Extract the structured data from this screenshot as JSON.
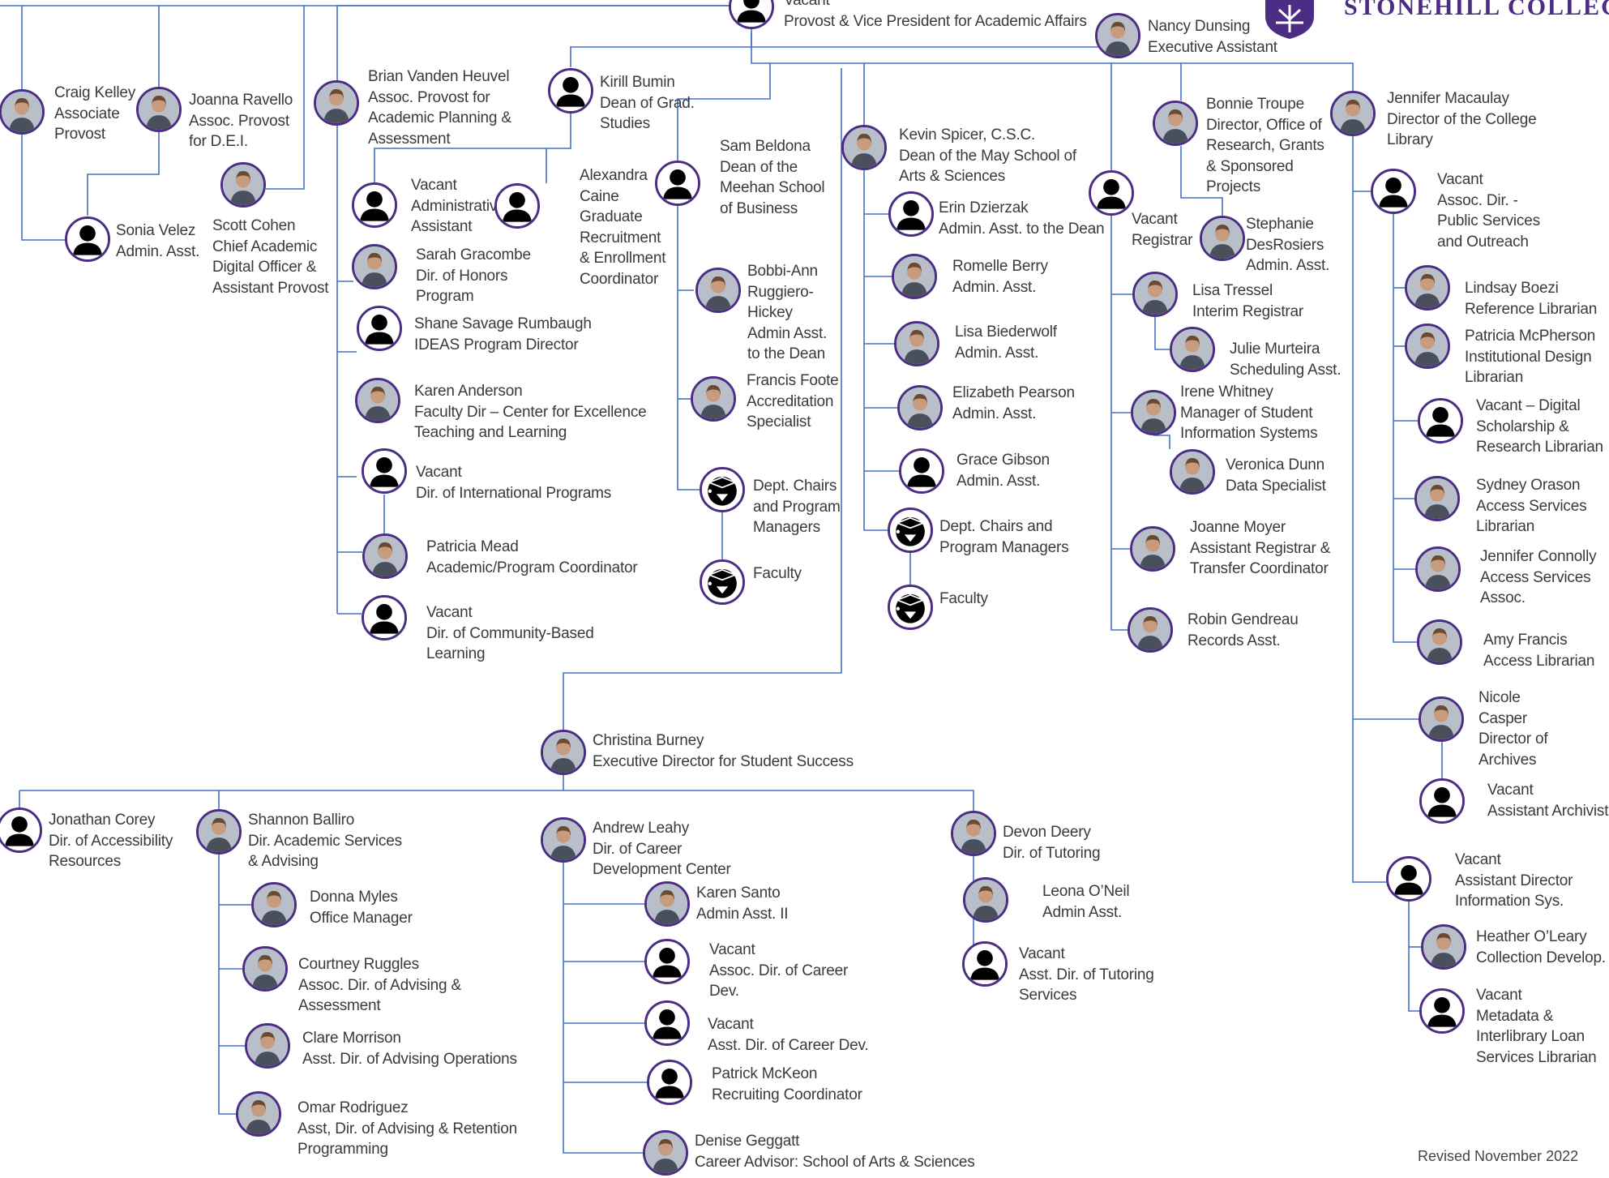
{
  "logo_text": "STONEHILL COLLEGE",
  "revised": "Revised November 2022",
  "colors": {
    "line": "#4472c4",
    "ring": "#4b2e83",
    "vacant": "#000000",
    "photo_bg": "#b8bfc9"
  },
  "people": [
    {
      "id": "provost",
      "lines": [
        "Vacant",
        "Provost & Vice President for Academic Affairs"
      ],
      "icon": "vacant-silhouette-icon"
    },
    {
      "id": "nancy",
      "lines": [
        "Nancy Dunsing",
        "Executive Assistant"
      ],
      "icon": "person-photo-icon"
    },
    {
      "id": "craig",
      "lines": [
        "Craig Kelley",
        "Associate",
        "Provost"
      ],
      "icon": "person-photo-icon"
    },
    {
      "id": "joanna",
      "lines": [
        "Joanna Ravello",
        "Assoc. Provost",
        "for D.E.I."
      ],
      "icon": "person-photo-icon"
    },
    {
      "id": "sonia",
      "lines": [
        "Sonia Velez",
        "Admin. Asst."
      ],
      "icon": "vacant-silhouette-icon"
    },
    {
      "id": "scott",
      "lines": [
        "Scott Cohen",
        "Chief Academic",
        "Digital Officer &",
        "Assistant Provost"
      ],
      "icon": "person-photo-icon"
    },
    {
      "id": "brian",
      "lines": [
        "Brian Vanden Heuvel",
        "Assoc. Provost for",
        "Academic Planning  &",
        "Assessment"
      ],
      "icon": "person-photo-icon"
    },
    {
      "id": "kirill",
      "lines": [
        "Kirill Bumin",
        "Dean of Grad.",
        "Studies"
      ],
      "icon": "vacant-silhouette-icon"
    },
    {
      "id": "vac_admin",
      "lines": [
        "Vacant",
        "Administrative",
        "Assistant"
      ],
      "icon": "vacant-silhouette-icon"
    },
    {
      "id": "alexandra",
      "lines": [
        "Alexandra",
        "Caine",
        "Graduate",
        "Recruitment",
        "& Enrollment",
        "Coordinator"
      ],
      "icon": "vacant-silhouette-icon"
    },
    {
      "id": "sarah",
      "lines": [
        "Sarah Gracombe",
        "Dir. of Honors",
        "Program"
      ],
      "icon": "person-photo-icon"
    },
    {
      "id": "shane",
      "lines": [
        "Shane Savage Rumbaugh",
        "IDEAS Program Director"
      ],
      "icon": "vacant-silhouette-icon"
    },
    {
      "id": "karen_a",
      "lines": [
        "Karen Anderson",
        "Faculty Dir – Center for Excellence",
        "Teaching and Learning"
      ],
      "icon": "person-photo-icon"
    },
    {
      "id": "vac_intl",
      "lines": [
        "Vacant",
        "Dir. of International Programs"
      ],
      "icon": "vacant-silhouette-icon"
    },
    {
      "id": "patricia_mead",
      "lines": [
        "Patricia Mead",
        "Academic/Program Coordinator"
      ],
      "icon": "person-photo-icon"
    },
    {
      "id": "vac_cbl",
      "lines": [
        "Vacant",
        "Dir. of Community-Based",
        "Learning"
      ],
      "icon": "vacant-silhouette-icon"
    },
    {
      "id": "sam",
      "lines": [
        "Sam Beldona",
        "Dean of the",
        "Meehan School",
        "of Business"
      ],
      "icon": "vacant-silhouette-icon"
    },
    {
      "id": "bobbi",
      "lines": [
        "Bobbi-Ann",
        "Ruggiero-",
        "Hickey",
        "Admin Asst.",
        "to the Dean"
      ],
      "icon": "person-photo-icon"
    },
    {
      "id": "francis",
      "lines": [
        "Francis Foote",
        "Accreditation",
        "Specialist"
      ],
      "icon": "person-photo-icon"
    },
    {
      "id": "chairs_b",
      "lines": [
        "Dept. Chairs",
        "and Program",
        "Managers"
      ],
      "icon": "graduate-cap-icon"
    },
    {
      "id": "faculty_b",
      "lines": [
        "Faculty"
      ],
      "icon": "graduate-cap-icon"
    },
    {
      "id": "kevin",
      "lines": [
        "Kevin Spicer, C.S.C.",
        "Dean of the May School of",
        "Arts & Sciences"
      ],
      "icon": "person-photo-icon"
    },
    {
      "id": "erin",
      "lines": [
        "Erin Dzierzak",
        "Admin. Asst. to the Dean"
      ],
      "icon": "vacant-silhouette-icon"
    },
    {
      "id": "romelle",
      "lines": [
        "Romelle Berry",
        "Admin. Asst."
      ],
      "icon": "person-photo-icon"
    },
    {
      "id": "lisa_b",
      "lines": [
        "Lisa Biederwolf",
        "Admin. Asst."
      ],
      "icon": "person-photo-icon"
    },
    {
      "id": "elizabeth",
      "lines": [
        "Elizabeth Pearson",
        "Admin. Asst."
      ],
      "icon": "person-photo-icon"
    },
    {
      "id": "grace",
      "lines": [
        "Grace Gibson",
        "Admin. Asst."
      ],
      "icon": "vacant-silhouette-icon"
    },
    {
      "id": "chairs_as",
      "lines": [
        "Dept. Chairs and",
        "Program Managers"
      ],
      "icon": "graduate-cap-icon"
    },
    {
      "id": "faculty_as",
      "lines": [
        "Faculty"
      ],
      "icon": "graduate-cap-icon"
    },
    {
      "id": "vac_reg",
      "lines": [
        "Vacant",
        "Registrar"
      ],
      "icon": "vacant-silhouette-icon"
    },
    {
      "id": "bonnie",
      "lines": [
        "Bonnie Troupe",
        "Director, Office of",
        "Research, Grants",
        "& Sponsored",
        "Projects"
      ],
      "icon": "person-photo-icon"
    },
    {
      "id": "stephanie",
      "lines": [
        "Stephanie",
        "DesRosiers",
        "Admin. Asst."
      ],
      "icon": "person-photo-icon"
    },
    {
      "id": "lisa_t",
      "lines": [
        "Lisa Tressel",
        "Interim Registrar"
      ],
      "icon": "person-photo-icon"
    },
    {
      "id": "julie",
      "lines": [
        "Julie Murteira",
        "Scheduling Asst."
      ],
      "icon": "person-photo-icon"
    },
    {
      "id": "irene",
      "lines": [
        "Irene Whitney",
        "Manager of Student",
        "Information Systems"
      ],
      "icon": "person-photo-icon"
    },
    {
      "id": "veronica",
      "lines": [
        "Veronica Dunn",
        "Data Specialist"
      ],
      "icon": "person-photo-icon"
    },
    {
      "id": "joanne",
      "lines": [
        "Joanne Moyer",
        "Assistant Registrar &",
        "Transfer Coordinator"
      ],
      "icon": "person-photo-icon"
    },
    {
      "id": "robin",
      "lines": [
        "Robin Gendreau",
        "Records Asst."
      ],
      "icon": "person-photo-icon"
    },
    {
      "id": "jennifer_m",
      "lines": [
        "Jennifer Macaulay",
        "Director of the College",
        "Library"
      ],
      "icon": "person-photo-icon"
    },
    {
      "id": "vac_pub",
      "lines": [
        "Vacant",
        "Assoc. Dir. -",
        "Public Services",
        "and Outreach"
      ],
      "icon": "vacant-silhouette-icon"
    },
    {
      "id": "lindsay",
      "lines": [
        "Lindsay Boezi",
        "Reference Librarian"
      ],
      "icon": "person-photo-icon"
    },
    {
      "id": "patricia_mc",
      "lines": [
        "Patricia McPherson",
        "Institutional Design",
        "Librarian"
      ],
      "icon": "person-photo-icon"
    },
    {
      "id": "vac_digital",
      "lines": [
        "Vacant – Digital",
        "Scholarship &",
        "Research Librarian"
      ],
      "icon": "vacant-silhouette-icon"
    },
    {
      "id": "sydney",
      "lines": [
        "Sydney Orason",
        "Access Services",
        "Librarian"
      ],
      "icon": "person-photo-icon"
    },
    {
      "id": "jennifer_c",
      "lines": [
        "Jennifer Connolly",
        "Access Services",
        "Assoc."
      ],
      "icon": "person-photo-icon"
    },
    {
      "id": "amy",
      "lines": [
        "Amy Francis",
        "Access Librarian"
      ],
      "icon": "person-photo-icon"
    },
    {
      "id": "nicole",
      "lines": [
        "Nicole",
        "Casper",
        "Director of",
        "Archives"
      ],
      "icon": "person-photo-icon"
    },
    {
      "id": "vac_archivist",
      "lines": [
        "Vacant",
        "Assistant Archivist"
      ],
      "icon": "vacant-silhouette-icon"
    },
    {
      "id": "vac_infosys",
      "lines": [
        "Vacant",
        "Assistant Director",
        "Information Sys."
      ],
      "icon": "vacant-silhouette-icon"
    },
    {
      "id": "heather",
      "lines": [
        "Heather O’Leary",
        "Collection Develop."
      ],
      "icon": "person-photo-icon"
    },
    {
      "id": "vac_meta",
      "lines": [
        "Vacant",
        "Metadata &",
        "Interlibrary Loan",
        "Services Librarian"
      ],
      "icon": "vacant-silhouette-icon"
    },
    {
      "id": "christina",
      "lines": [
        "Christina Burney",
        "Executive Director for Student Success"
      ],
      "icon": "person-photo-icon"
    },
    {
      "id": "jonathan",
      "lines": [
        "Jonathan Corey",
        "Dir. of Accessibility",
        "Resources"
      ],
      "icon": "vacant-silhouette-icon"
    },
    {
      "id": "shannon",
      "lines": [
        "Shannon Balliro",
        "Dir. Academic Services",
        "& Advising"
      ],
      "icon": "person-photo-icon"
    },
    {
      "id": "donna",
      "lines": [
        "Donna Myles",
        "Office Manager"
      ],
      "icon": "person-photo-icon"
    },
    {
      "id": "courtney",
      "lines": [
        "Courtney Ruggles",
        "Assoc. Dir. of Advising &",
        "Assessment"
      ],
      "icon": "person-photo-icon"
    },
    {
      "id": "clare",
      "lines": [
        "Clare Morrison",
        "Asst. Dir. of Advising Operations"
      ],
      "icon": "person-photo-icon"
    },
    {
      "id": "omar",
      "lines": [
        "Omar Rodriguez",
        "Asst, Dir. of Advising & Retention",
        "Programming"
      ],
      "icon": "person-photo-icon"
    },
    {
      "id": "andrew",
      "lines": [
        "Andrew Leahy",
        "Dir. of Career",
        "Development Center"
      ],
      "icon": "person-photo-icon"
    },
    {
      "id": "karen_s",
      "lines": [
        "Karen Santo",
        "Admin Asst. II"
      ],
      "icon": "person-photo-icon"
    },
    {
      "id": "vac_career_assoc",
      "lines": [
        "Vacant",
        "Assoc. Dir. of Career",
        "Dev."
      ],
      "icon": "vacant-silhouette-icon"
    },
    {
      "id": "vac_career_asst",
      "lines": [
        "Vacant",
        "Asst. Dir. of Career Dev."
      ],
      "icon": "vacant-silhouette-icon"
    },
    {
      "id": "patrick",
      "lines": [
        "Patrick McKeon",
        "Recruiting Coordinator"
      ],
      "icon": "vacant-silhouette-icon"
    },
    {
      "id": "denise",
      "lines": [
        "Denise Geggatt",
        "Career Advisor: School of Arts & Sciences"
      ],
      "icon": "person-photo-icon"
    },
    {
      "id": "devon",
      "lines": [
        "Devon Deery",
        "Dir. of Tutoring"
      ],
      "icon": "person-photo-icon"
    },
    {
      "id": "leona",
      "lines": [
        "Leona O’Neil",
        "Admin Asst."
      ],
      "icon": "person-photo-icon"
    },
    {
      "id": "vac_tutoring",
      "lines": [
        "Vacant",
        "Asst. Dir. of Tutoring",
        "Services"
      ],
      "icon": "vacant-silhouette-icon"
    }
  ]
}
